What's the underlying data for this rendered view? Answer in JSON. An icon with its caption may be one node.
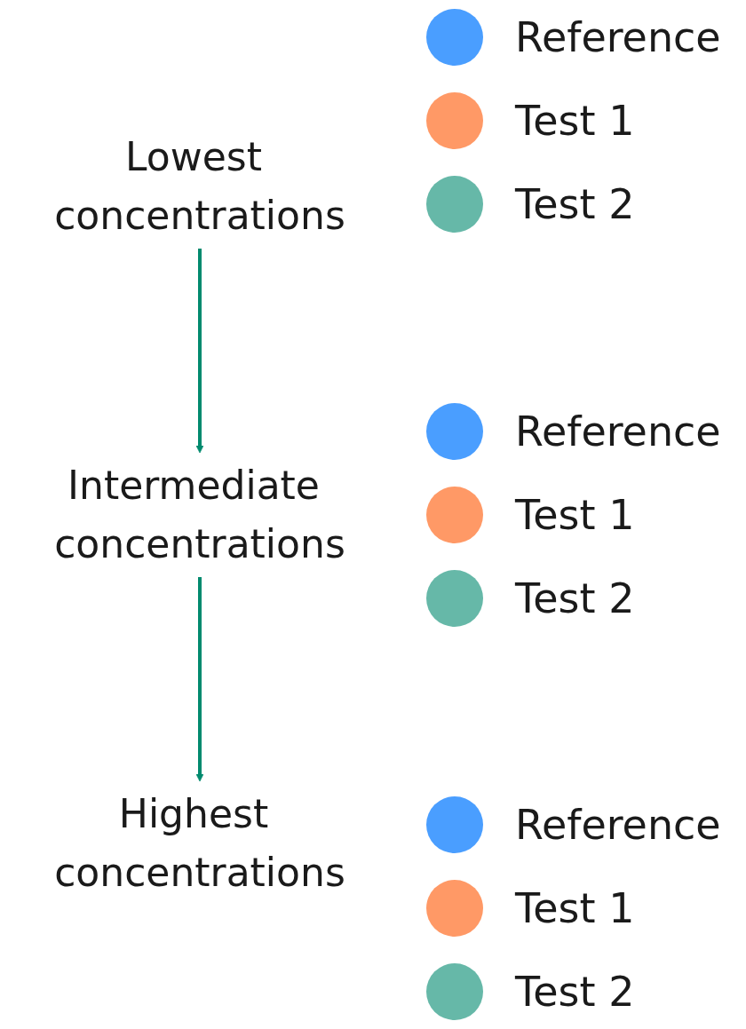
{
  "diagram": {
    "nodes": [
      {
        "text": [
          "Lowest concentrations"
        ]
      },
      {
        "text": [
          "Intermediate concentrations"
        ]
      },
      {
        "text": [
          "Highest concentrations"
        ]
      }
    ],
    "edges": [
      {
        "from": 0,
        "to": 1,
        "arrow": "to"
      },
      {
        "from": 1,
        "to": 2,
        "arrow": "to"
      }
    ],
    "legend": [
      {
        "text": "Reference",
        "color": "#4a9eff"
      },
      {
        "text": "Test 1",
        "color": "#ff9966"
      },
      {
        "text": "Test 2",
        "color": "#66b8a8"
      },
      {
        "text": "Reference",
        "color": "#4a9eff"
      },
      {
        "text": "Test 1",
        "color": "#ff9966"
      },
      {
        "text": "Test 2",
        "color": "#66b8a8"
      },
      {
        "text": "Reference",
        "color": "#4a9eff"
      },
      {
        "text": "Test 1",
        "color": "#ff9966"
      },
      {
        "text": "Test 2",
        "color": "#66b8a8"
      }
    ]
  }
}
